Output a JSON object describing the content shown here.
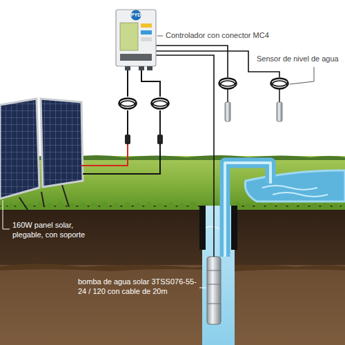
{
  "diagram": {
    "labels": [
      "PYD",
      "Controlador con conector MC4",
      "Sensor de nivel de agua",
      "160W panel solar, plegable, con soporte",
      "bomba de agua solar 3TSS076-55-24 / 120 con cable de 20m"
    ]
  }
}
